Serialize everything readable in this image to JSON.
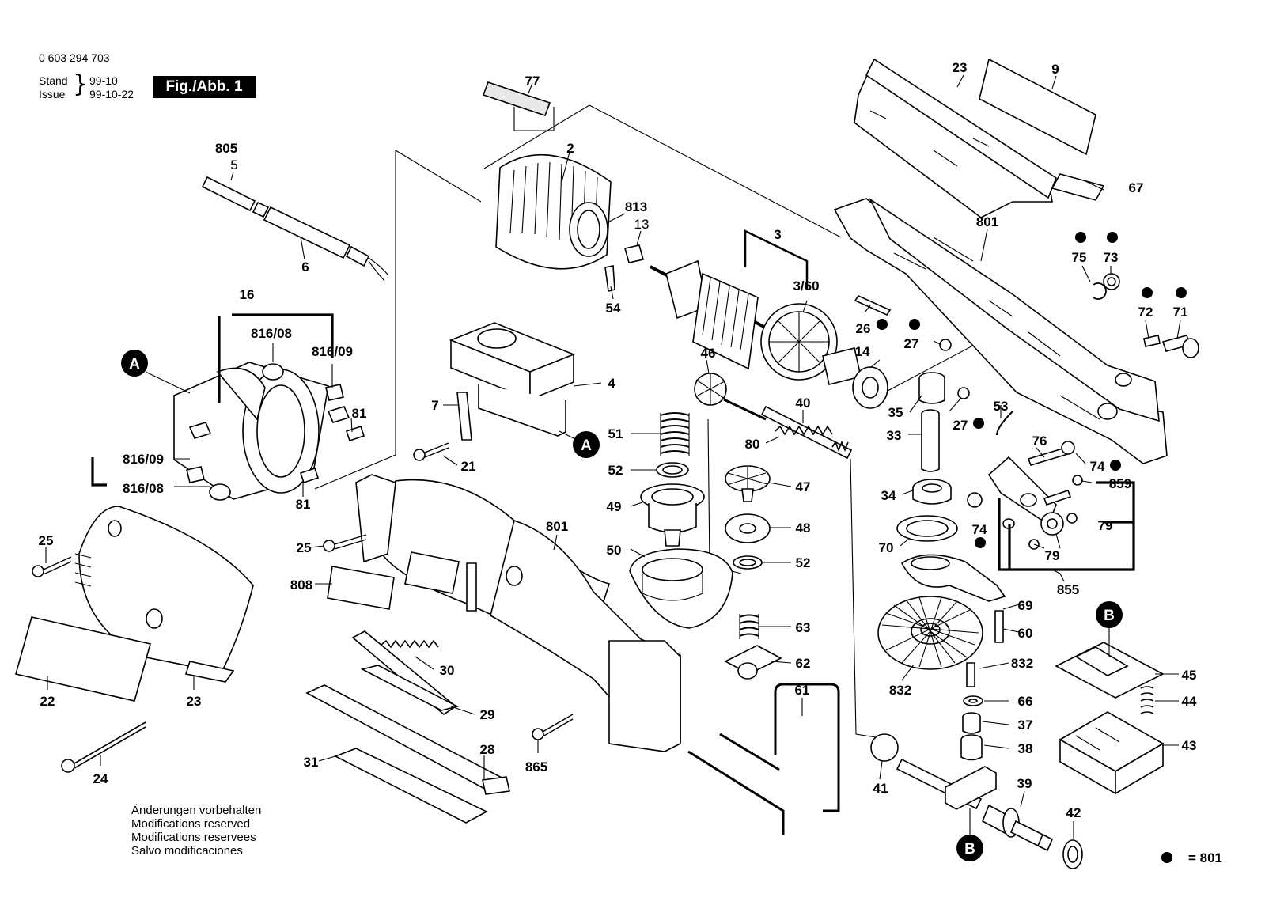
{
  "header": {
    "part_number": "0 603 294 703",
    "stand_label": "Stand",
    "issue_label": "Issue",
    "stand_date": "99-10",
    "issue_date": "99-10-22",
    "figure_label": "Fig./Abb. 1"
  },
  "notes": [
    "Änderungen vorbehalten",
    "Modifications reserved",
    "Modifications reservees",
    "Salvo modificaciones"
  ],
  "legend": {
    "equals_text": "= 801"
  },
  "callouts": {
    "A": "A",
    "B": "B"
  },
  "labels": {
    "l77": "77",
    "l805": "805",
    "l5": "5",
    "l6": "6",
    "l2": "2",
    "l813": "813",
    "l13": "13",
    "l54": "54",
    "l3": "3",
    "l3_60": "3/60",
    "l23a": "23",
    "l9": "9",
    "l67": "67",
    "l801a": "801",
    "l75": "75",
    "l73": "73",
    "l72": "72",
    "l71": "71",
    "l26": "26",
    "l27a": "27",
    "l14": "14",
    "l27b": "27",
    "l35": "35",
    "l53": "53",
    "l33": "33",
    "l76": "76",
    "l74a": "74",
    "l859": "859",
    "l34": "34",
    "l74b": "74",
    "l79a": "79",
    "l70": "70",
    "l79b": "79",
    "l855": "855",
    "l69": "69",
    "l60": "60",
    "l832a": "832",
    "l832b": "832",
    "l66": "66",
    "l45": "45",
    "l44": "44",
    "l37": "37",
    "l43": "43",
    "l38": "38",
    "l41": "41",
    "l39": "39",
    "l42": "42",
    "l16": "16",
    "l816_08a": "816/08",
    "l816_09a": "816/09",
    "l81a": "81",
    "l816_09b": "816/09",
    "l816_08b": "816/08",
    "l81b": "81",
    "l4": "4",
    "l7": "7",
    "l21": "21",
    "l46": "46",
    "l40": "40",
    "l80": "80",
    "l51": "51",
    "l52a": "52",
    "l47": "47",
    "l49": "49",
    "l48": "48",
    "l50": "50",
    "l52b": "52",
    "l801b": "801",
    "l25a": "25",
    "l25b": "25",
    "l808": "808",
    "l22": "22",
    "l23b": "23",
    "l24": "24",
    "l30": "30",
    "l29": "29",
    "l28": "28",
    "l31": "31",
    "l865": "865",
    "l63": "63",
    "l62": "62",
    "l61": "61"
  }
}
